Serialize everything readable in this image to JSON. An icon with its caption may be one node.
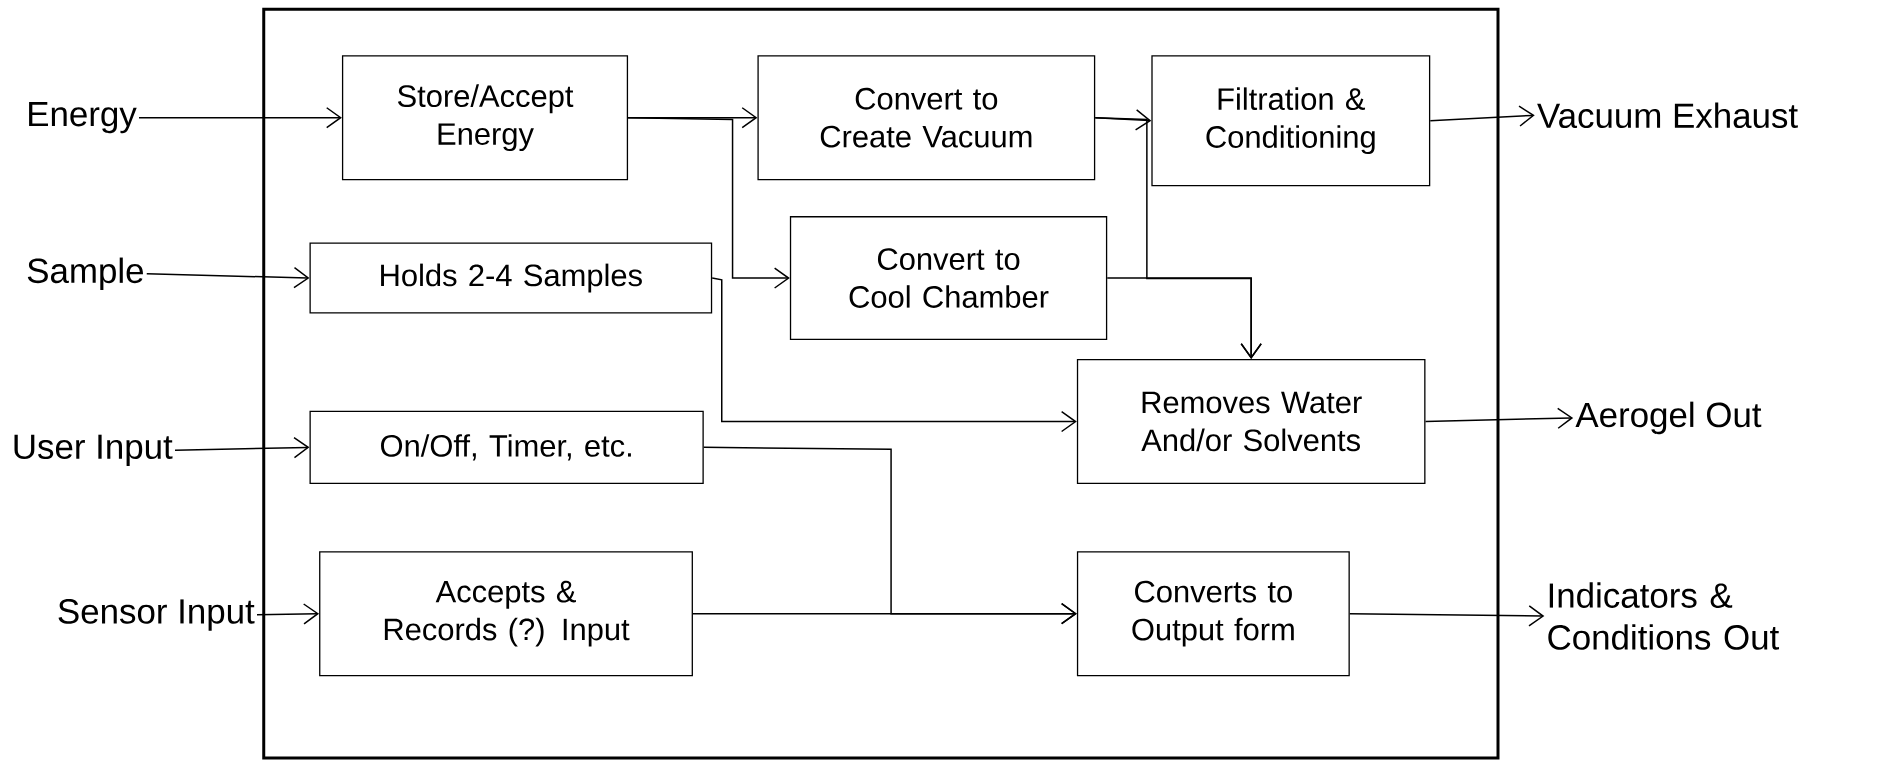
{
  "diagram": {
    "nodes": [
      {
        "text": [],
        "shape": "box"
      },
      {
        "text": [
          "Energy"
        ]
      },
      {
        "text": [
          "Store/Accept Energy"
        ],
        "in": 0
      },
      {
        "text": [
          "Convert to Create Vacuum"
        ],
        "in": 0
      },
      {
        "text": [
          "Filtration & Conditioning"
        ],
        "in": 0
      },
      {
        "text": [
          "Vacuum Exhaust"
        ]
      },
      {
        "text": [
          "Sample"
        ]
      },
      {
        "text": [
          "Holds 2-4 Samples"
        ],
        "in": 0
      },
      {
        "text": [
          "Convert to Cool Chamber"
        ],
        "in": 0
      },
      {
        "text": [
          "Removes Water And/or Solvents"
        ],
        "in": 0
      },
      {
        "text": [
          "Aerogel Out"
        ]
      },
      {
        "text": [
          "User Input"
        ]
      },
      {
        "text": [
          "On/Off, Timer, etc."
        ],
        "in": 0
      },
      {
        "text": [
          "Sensor Input"
        ]
      },
      {
        "text": [
          "Accepts & Records (?) Input"
        ],
        "in": 0
      },
      {
        "text": [
          "Converts to Output form"
        ],
        "in": 0
      },
      {
        "text": [
          "Indicators & Conditions Out"
        ]
      }
    ],
    "edges": [
      {
        "from": 1,
        "to": 2,
        "arrow": "to"
      },
      {
        "from": 2,
        "to": 3,
        "arrow": "to"
      },
      {
        "from": 2,
        "to": 8,
        "arrow": "to"
      },
      {
        "from": 3,
        "to": 4,
        "arrow": "to"
      },
      {
        "from": 3,
        "to": 9,
        "arrow": "to"
      },
      {
        "from": 8,
        "to": 9,
        "arrow": "to"
      },
      {
        "from": 4,
        "to": 5,
        "arrow": "to"
      },
      {
        "from": 6,
        "to": 7,
        "arrow": "to"
      },
      {
        "from": 7,
        "to": 9,
        "arrow": "to"
      },
      {
        "from": 9,
        "to": 10,
        "arrow": "to"
      },
      {
        "from": 11,
        "to": 12,
        "arrow": "to"
      },
      {
        "from": 12,
        "to": 15,
        "arrow": "to"
      },
      {
        "from": 13,
        "to": 14,
        "arrow": "to"
      },
      {
        "from": 14,
        "to": 15,
        "arrow": "to"
      },
      {
        "from": 15,
        "to": 16,
        "arrow": "to"
      }
    ]
  }
}
